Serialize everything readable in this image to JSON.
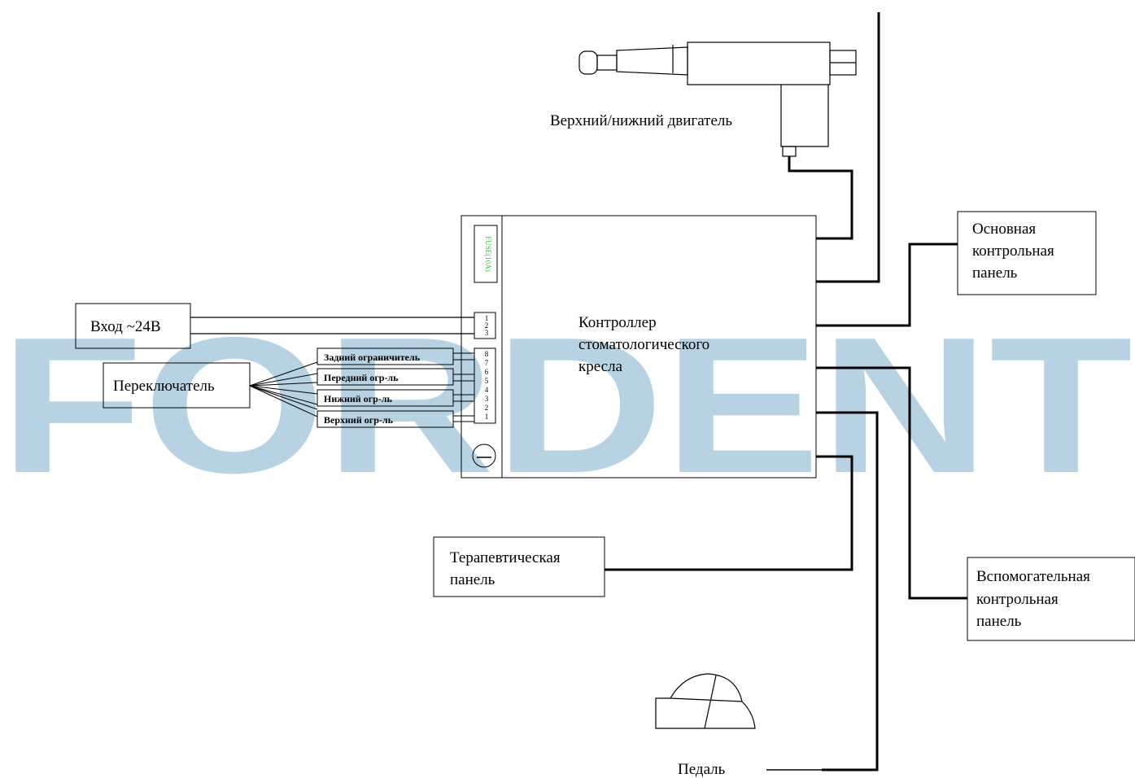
{
  "watermark": "FORDENT",
  "controller": {
    "label_lines": [
      "Контроллер",
      "стоматологического",
      "кресла"
    ],
    "fuse_label": "FUSE(10A)",
    "power_pins": [
      "1",
      "2",
      "3"
    ],
    "limit_pins": [
      "8",
      "7",
      "6",
      "5",
      "4",
      "3",
      "2",
      "1"
    ]
  },
  "motor": {
    "label": "Верхний/нижний двигатель"
  },
  "power_input": {
    "label": "Вход ~24В"
  },
  "switch": {
    "label": "Переключатель"
  },
  "limits": [
    "Задний ограничитель",
    "Передний огр-ль",
    "Нижний огр-ль",
    "Верхний огр-ль"
  ],
  "main_panel": {
    "label_lines": [
      "Основная",
      "контрольная",
      "панель"
    ]
  },
  "aux_panel": {
    "label_lines": [
      "Вспомогательная",
      "контрольная",
      "панель"
    ]
  },
  "therapy_panel": {
    "label_lines": [
      "Терапевтическая",
      "панель"
    ]
  },
  "pedal": {
    "label": "Педаль"
  },
  "colors": {
    "watermark": "#b7d3e3",
    "fuse": "#2ecc40",
    "line": "#000000"
  }
}
